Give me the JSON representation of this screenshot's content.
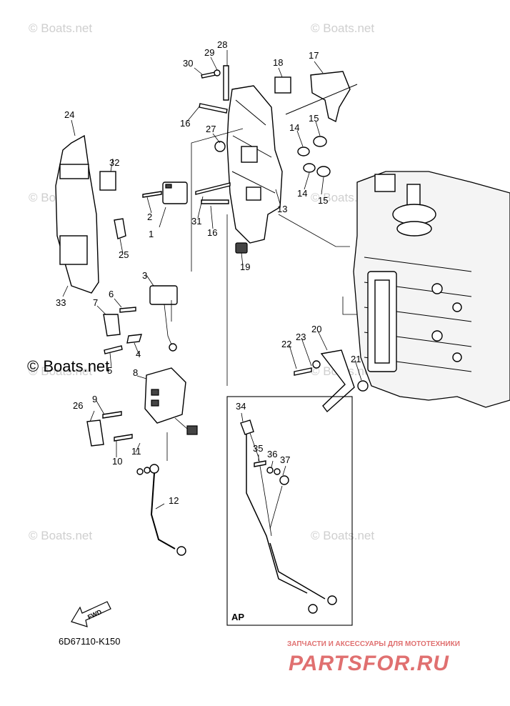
{
  "watermarks": [
    "© Boats.net",
    "© Boats.net",
    "© Boats.net",
    "© Boats.net",
    "© Boats.net",
    "© Boats.net",
    "© Boats.net",
    "© Boats.net"
  ],
  "watermark_main": "© Boats.net",
  "callouts": [
    "1",
    "2",
    "3",
    "4",
    "5",
    "6",
    "7",
    "8",
    "9",
    "10",
    "11",
    "12",
    "13",
    "14",
    "14",
    "15",
    "15",
    "16",
    "16",
    "17",
    "18",
    "19",
    "20",
    "21",
    "22",
    "23",
    "24",
    "25",
    "26",
    "27",
    "28",
    "29",
    "30",
    "31",
    "32",
    "33",
    "34",
    "35",
    "36",
    "37"
  ],
  "inset_label": "AP",
  "fwd_label": "FWD",
  "diagram_code": "6D67110-K150",
  "brand_tagline": "ЗАПЧАСТИ И АКСЕССУАРЫ ДЛЯ МОТОТЕХНИКИ",
  "brand_name": "PARTSFOR.RU",
  "colors": {
    "brand": "#e07070",
    "ink": "#000000",
    "watermark": "#cfcfcf"
  }
}
